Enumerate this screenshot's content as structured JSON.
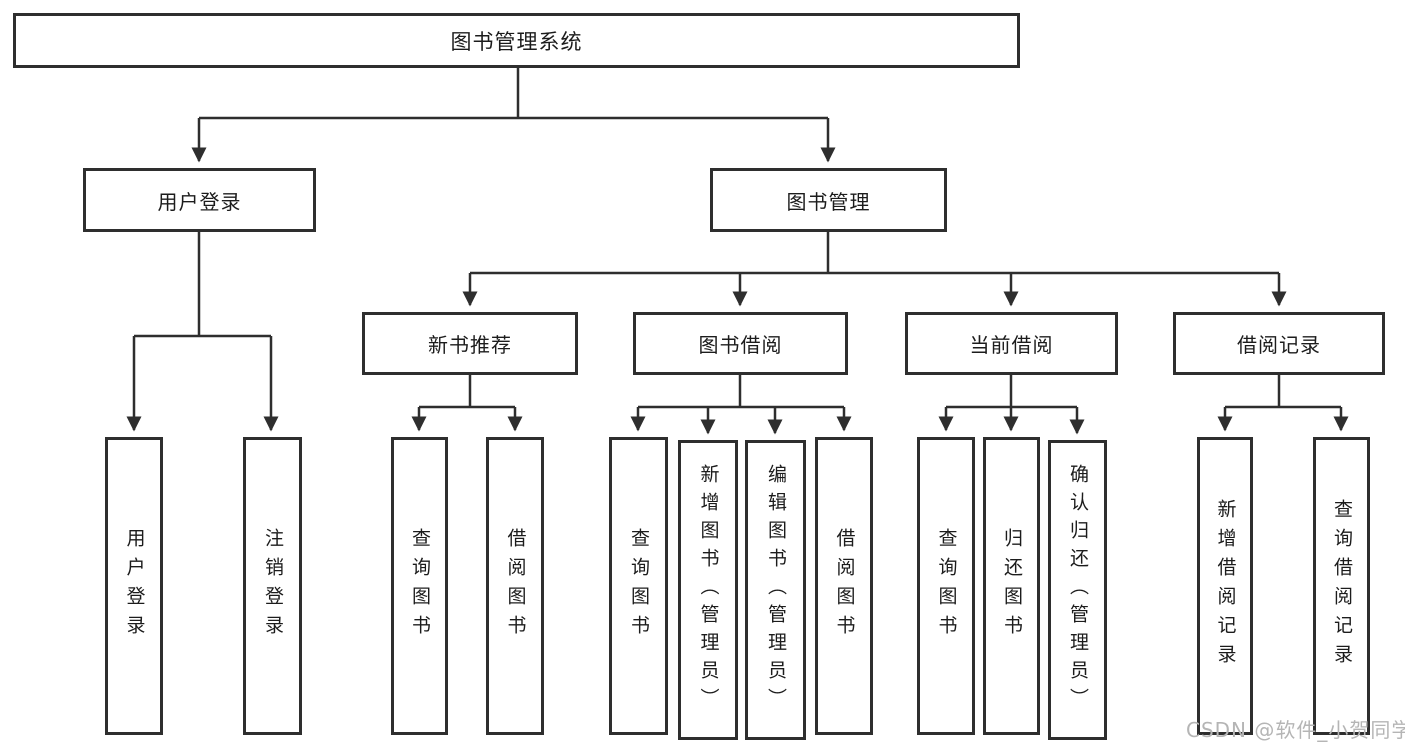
{
  "diagram": {
    "root": {
      "label": "图书管理系统"
    },
    "level1": {
      "user_login": {
        "label": "用户登录"
      },
      "book_management": {
        "label": "图书管理"
      }
    },
    "level2": {
      "new_book_recommend": {
        "label": "新书推荐"
      },
      "book_borrow": {
        "label": "图书借阅"
      },
      "current_borrow": {
        "label": "当前借阅"
      },
      "borrow_record": {
        "label": "借阅记录"
      }
    },
    "leaves": {
      "user_login": {
        "label": "用户登录"
      },
      "logout": {
        "label": "注销登录"
      },
      "recommend_query_book": {
        "label": "查询图书"
      },
      "recommend_borrow_book": {
        "label": "借阅图书"
      },
      "borrow_query_book": {
        "label": "查询图书"
      },
      "borrow_add_book": {
        "label": "新增图书（管理员）"
      },
      "borrow_edit_book": {
        "label": "编辑图书（管理员）"
      },
      "borrow_borrow_book": {
        "label": "借阅图书"
      },
      "current_query_book": {
        "label": "查询图书"
      },
      "current_return_book": {
        "label": "归还图书"
      },
      "current_confirm_return": {
        "label": "确认归还（管理员）"
      },
      "record_add": {
        "label": "新增借阅记录"
      },
      "record_query": {
        "label": "查询借阅记录"
      }
    },
    "watermark": "CSDN @软件_小贺同学",
    "colors": {
      "line": "#2e2e2e",
      "text": "#1c1c1c",
      "background": "#ffffff",
      "watermark": "#b5b5b5"
    }
  }
}
